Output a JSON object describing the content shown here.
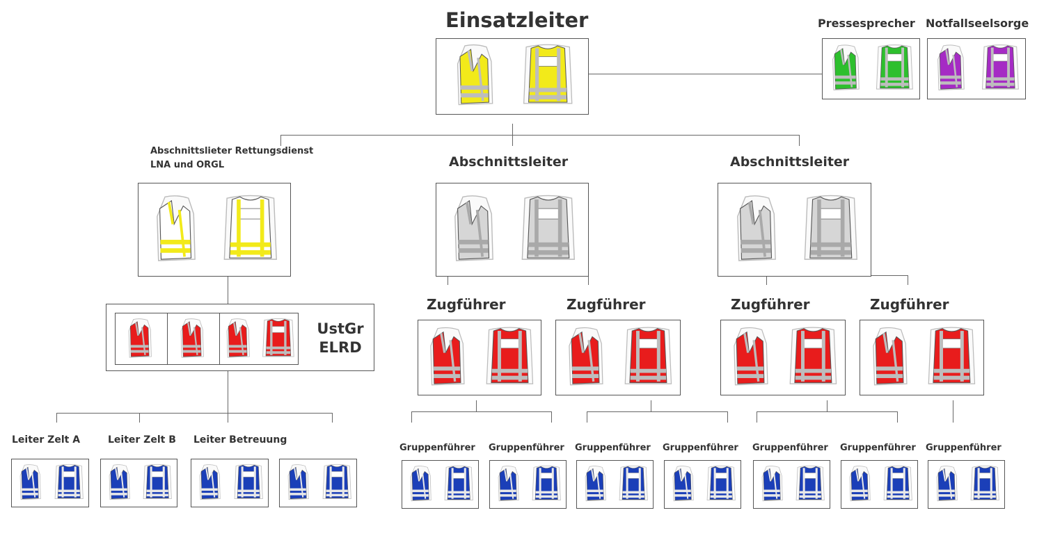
{
  "colors": {
    "einsatzleiter": "#f2ea1a",
    "pressesprecher": "#2dbf2d",
    "notfallseelsorge": "#a52bc4",
    "abschnitt": "#d6d6d6",
    "abschnitt_rd_stripe": "#f2ea1a",
    "zugfuehrer": "#e81c1c",
    "gruppenfuehrer": "#1b3fb8",
    "stripe": "#bdbdbd"
  },
  "top": {
    "einsatzleiter": "Einsatzleiter",
    "pressesprecher": "Pressesprecher",
    "notfallseelsorge": "Notfallseelsorge"
  },
  "abschnitte": {
    "rd_line1": "Abschnittslieter Rettungsdienst",
    "rd_line2": "LNA und ORGL",
    "mid": "Abschnittsleiter",
    "right": "Abschnittsleiter"
  },
  "ustgr": {
    "line1": "UstGr",
    "line2": "ELRD"
  },
  "zugfuehrer": [
    "Zugführer",
    "Zugführer",
    "Zugführer",
    "Zugführer"
  ],
  "leiter": [
    "Leiter Zelt A",
    "Leiter Zelt B",
    "Leiter Betreuung"
  ],
  "gruppenfuehrer": [
    "Gruppenführer",
    "Gruppenführer",
    "Gruppenführer",
    "Gruppenführer",
    "Gruppenführer",
    "Gruppenführer",
    "Gruppenführer"
  ]
}
